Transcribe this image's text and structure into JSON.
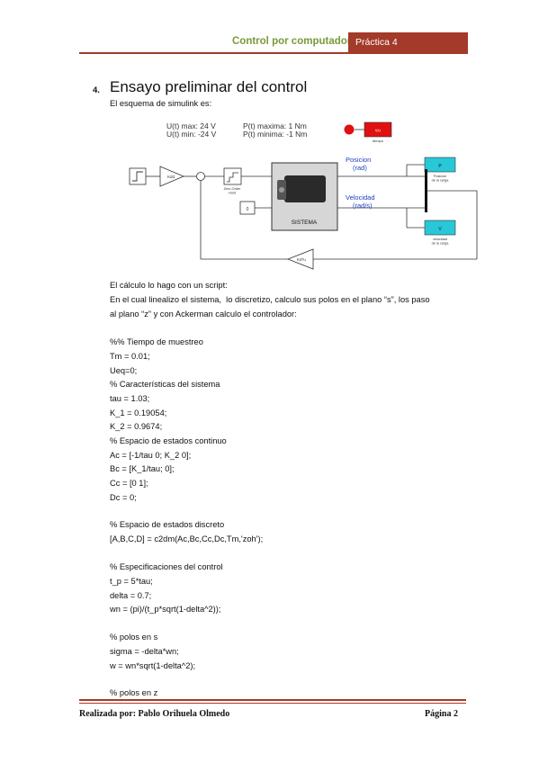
{
  "header": {
    "title": "Control por computador",
    "tab": "Práctica 4"
  },
  "section": {
    "number": "4.",
    "title": "Ensayo preliminar del control",
    "intro": "El esquema de simulink es:"
  },
  "diagram": {
    "limits": [
      "U(t) max: 24 V",
      "U(t) min: -24 V",
      "P(t) maxima: 1 Nm",
      "P(t) minima: -1 Nm"
    ],
    "clock_label": "tiempo",
    "clock_block": "t(s)",
    "gain_kdd": "Kdd",
    "zoh_label": "Zero-Order\nHold",
    "const_block": "0",
    "system_label": "SISTEMA",
    "posicion_label": "Posicion\n(rad)",
    "velocidad_label": "Velocidad\n(rad/s)",
    "scope_p": "P",
    "scope_p_label": "Posicion\nde la carga",
    "scope_v": "V",
    "scope_v_label": "velocidad\nde la carga",
    "feedback_gain": "Kd*u"
  },
  "body": {
    "explain_1": "El cálculo lo hago con un script:",
    "explain_2": "En el cual linealizo el sistema,  lo discretizo, calculo sus polos en el plano “s”, los paso",
    "explain_3": "al plano “z” y con Ackerman calculo el controlador:",
    "code": [
      "%% Tiempo de muestreo",
      "Tm = 0.01;",
      "Ueq=0;",
      "% Características del sistema",
      "tau = 1.03;",
      "K_1 = 0.19054;",
      "K_2 = 0.9674;",
      "% Espacio de estados continuo",
      "Ac = [-1/tau 0; K_2 0];",
      "Bc = [K_1/tau; 0];",
      "Cc = [0 1];",
      "Dc = 0;",
      "",
      "% Espacio de estados discreto",
      "[A,B,C,D] = c2dm(Ac,Bc,Cc,Dc,Tm,'zoh');",
      "",
      "% Especificaciones del control",
      "t_p = 5*tau;",
      "delta = 0.7;",
      "wn = (pi)/(t_p*sqrt(1-delta^2));",
      "",
      "% polos en s",
      "sigma = -delta*wn;",
      "w = wn*sqrt(1-delta^2);",
      "",
      "% polos en z"
    ]
  },
  "footer": {
    "left": "Realizada por: Pablo Orihuela Olmedo",
    "right": "Página 2"
  },
  "colors": {
    "accent_red": "#a33a2a",
    "header_green": "#7a9a3a",
    "diagram_blue": "#1f3fbf",
    "scope_cyan": "#28c8d8"
  }
}
